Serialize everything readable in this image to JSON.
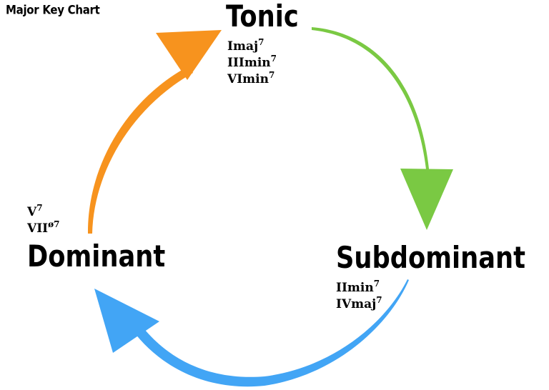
{
  "title": "Major Key Chart",
  "functions": {
    "tonic": {
      "label": "Tonic",
      "chords": [
        {
          "numeral": "Imaj",
          "sup": "7"
        },
        {
          "numeral": "IIImin",
          "sup": "7"
        },
        {
          "numeral": "VImin",
          "sup": "7"
        }
      ]
    },
    "subdominant": {
      "label": "Subdominant",
      "chords": [
        {
          "numeral": "IImin",
          "sup": "7"
        },
        {
          "numeral": "IVmaj",
          "sup": "7"
        }
      ]
    },
    "dominant": {
      "label": "Dominant",
      "chords": [
        {
          "numeral": "V",
          "sup": "7"
        },
        {
          "numeral": "VII",
          "sup": "ø7"
        }
      ]
    }
  },
  "colors": {
    "tonic_to_subdominant": "#7ac943",
    "subdominant_to_dominant": "#42a5f5",
    "dominant_to_tonic": "#f7931e"
  },
  "icons": [
    "arrow-tonic-to-subdominant-icon",
    "arrow-subdominant-to-dominant-icon",
    "arrow-dominant-to-tonic-icon"
  ]
}
